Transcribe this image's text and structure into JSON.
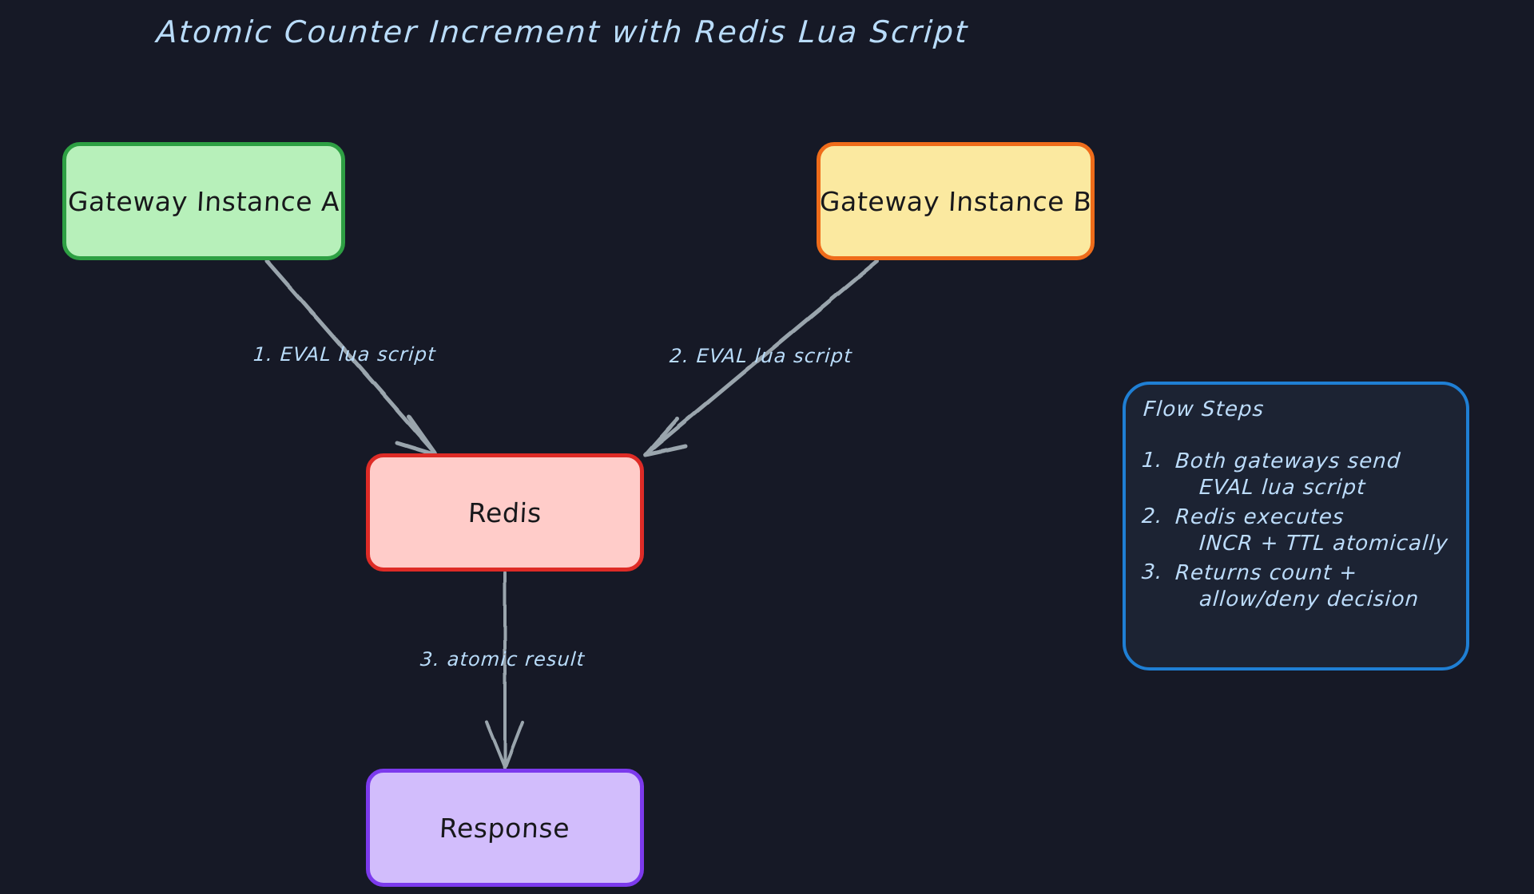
{
  "title": "Atomic Counter Increment with Redis Lua Script",
  "background_color": "#161926",
  "accent_color": "#b9dcfa",
  "nodes": [
    {
      "id": "gateway_a",
      "label": "Gateway Instance A",
      "fill": "#b7f0ba",
      "stroke": "#2ea043"
    },
    {
      "id": "gateway_b",
      "label": "Gateway Instance B",
      "fill": "#fbe9a0",
      "stroke": "#ef6c1a"
    },
    {
      "id": "redis",
      "label": "Redis",
      "fill": "#ffccc9",
      "stroke": "#de2b26"
    },
    {
      "id": "response",
      "label": "Response",
      "fill": "#d2bdfc",
      "stroke": "#7c3aed"
    }
  ],
  "edges": [
    {
      "from": "gateway_a",
      "to": "redis",
      "label": "1. EVAL lua script"
    },
    {
      "from": "gateway_b",
      "to": "redis",
      "label": "2. EVAL lua script"
    },
    {
      "from": "redis",
      "to": "response",
      "label": "3. atomic result"
    }
  ],
  "legend": {
    "title": "Flow Steps",
    "border_color": "#1f7fd4",
    "items": [
      {
        "num": "1.",
        "lines": [
          "Both gateways send",
          "EVAL lua script"
        ]
      },
      {
        "num": "2.",
        "lines": [
          "Redis executes",
          "INCR + TTL atomically"
        ]
      },
      {
        "num": "3.",
        "lines": [
          "Returns count +",
          "allow/deny decision"
        ]
      }
    ]
  }
}
